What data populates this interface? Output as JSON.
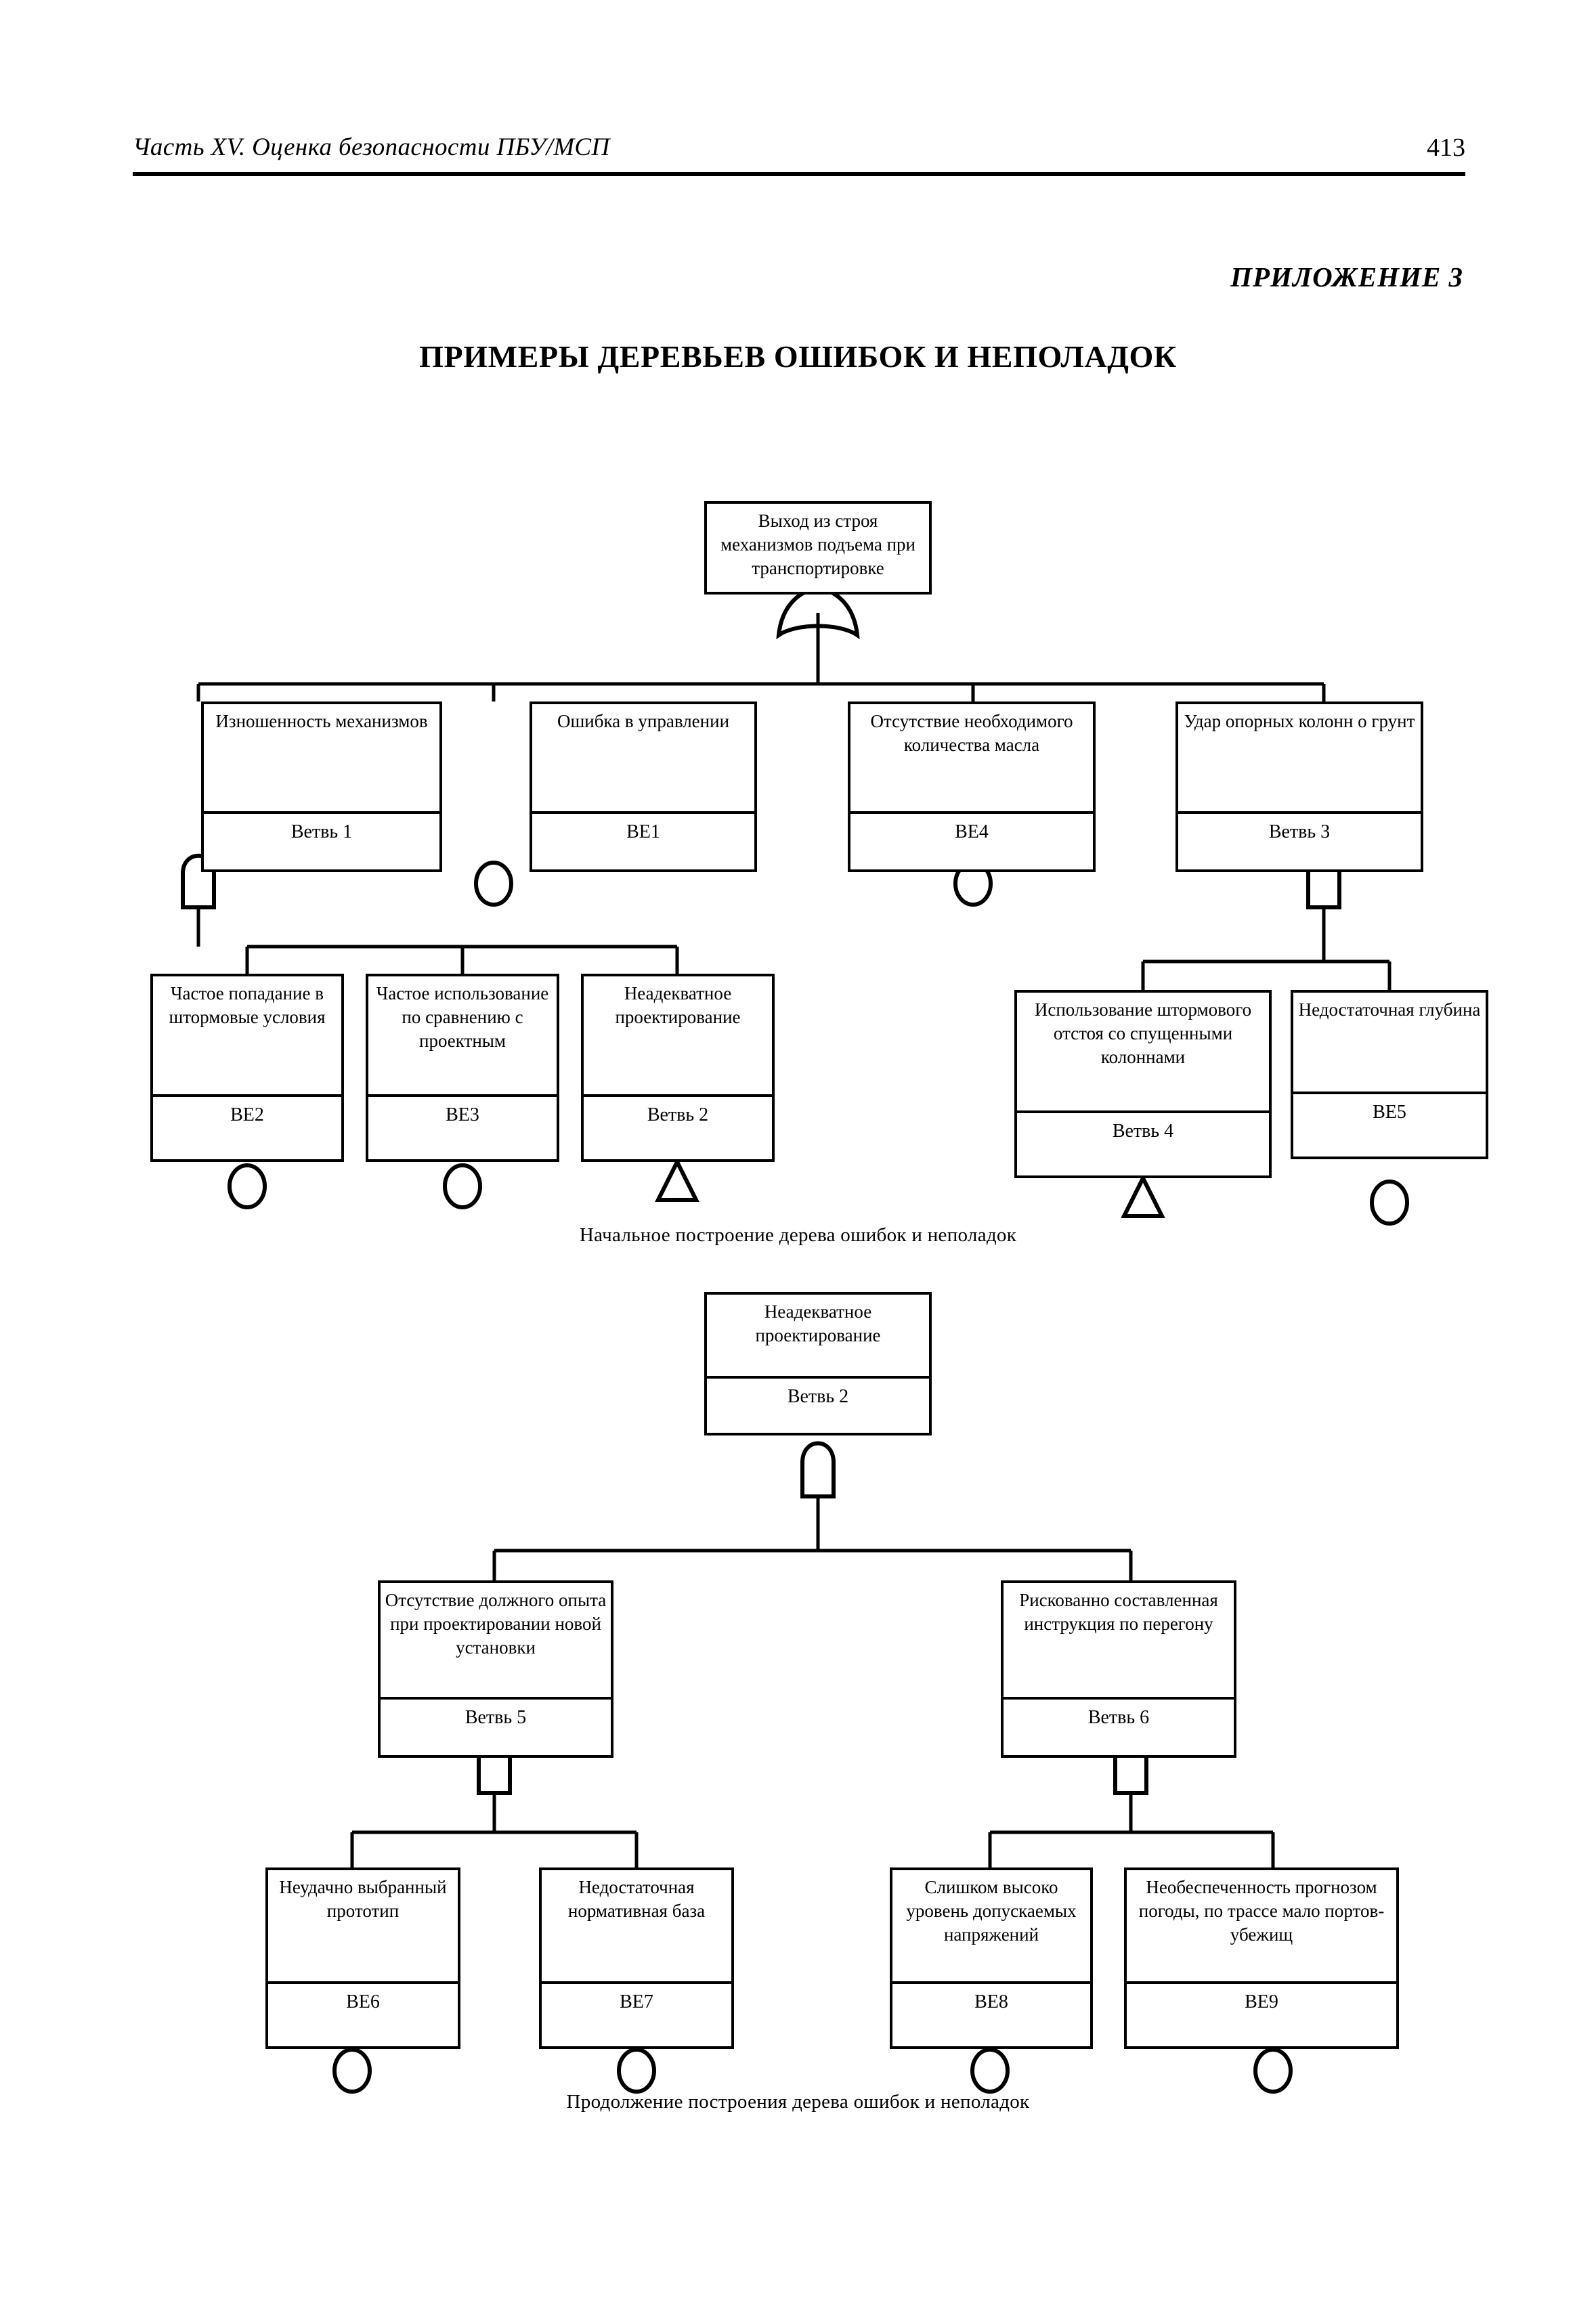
{
  "page": {
    "running_head": "Часть XV. Оценка безопасности ПБУ/МСП",
    "page_number": "413",
    "appendix_label": "ПРИЛОЖЕНИЕ 3",
    "title": "ПРИМЕРЫ ДЕРЕВЬЕВ ОШИБОК И НЕПОЛАДОК"
  },
  "figures": [
    {
      "caption": "Начальное построение дерева ошибок и неполадок"
    },
    {
      "caption": "Продолжение построения дерева ошибок и неполадок"
    }
  ],
  "tree1": {
    "top": {
      "desc": "Выход из строя механизмов подъема при транспортировке",
      "id": "",
      "gate": "or-gate"
    },
    "level2": [
      {
        "desc": "Изношенность механизмов",
        "id": "Ветвь 1",
        "gate": "and-gate"
      },
      {
        "desc": "Ошибка в управлении",
        "id": "BE1",
        "gate": "basic-event-circle"
      },
      {
        "desc": "Отсутствие необходимого количества масла",
        "id": "BE4",
        "gate": "basic-event-circle"
      },
      {
        "desc": "Удар опорных колонн о грунт",
        "id": "Ветвь 3",
        "gate": "and-gate"
      }
    ],
    "level3_left": [
      {
        "desc": "Частое попадание в штормовые условия",
        "id": "BE2",
        "gate": "basic-event-circle"
      },
      {
        "desc": "Частое использование по сравнению с проектным",
        "id": "BE3",
        "gate": "basic-event-circle"
      },
      {
        "desc": "Неадекватное проектирование",
        "id": "Ветвь 2",
        "gate": "transfer-triangle"
      }
    ],
    "level3_right": [
      {
        "desc": "Использование штормового отстоя со спущенными колоннами",
        "id": "Ветвь 4",
        "gate": "transfer-triangle"
      },
      {
        "desc": "Недостаточная глубина",
        "id": "BE5",
        "gate": "basic-event-circle"
      }
    ]
  },
  "tree2": {
    "top": {
      "desc": "Неадекватное проектирование",
      "id": "Ветвь 2",
      "gate": "and-gate"
    },
    "level2": [
      {
        "desc": "Отсутствие должного опыта при проектировании новой установки",
        "id": "Ветвь 5",
        "gate": "and-gate"
      },
      {
        "desc": "Рискованно составленная инструкция по перегону",
        "id": "Ветвь 6",
        "gate": "and-gate"
      }
    ],
    "level3_left": [
      {
        "desc": "Неудачно выбранный прототип",
        "id": "BE6",
        "gate": "basic-event-circle"
      },
      {
        "desc": "Недостаточная нормативная база",
        "id": "BE7",
        "gate": "basic-event-circle"
      }
    ],
    "level3_right": [
      {
        "desc": "Слишком высоко уровень допускаемых напряжений",
        "id": "BE8",
        "gate": "basic-event-circle"
      },
      {
        "desc": "Необеспеченность прогнозом погоды, по трассе мало портов-убежищ",
        "id": "BE9",
        "gate": "basic-event-circle"
      }
    ]
  },
  "colors": {
    "ink": "#000000",
    "paper": "#ffffff"
  }
}
